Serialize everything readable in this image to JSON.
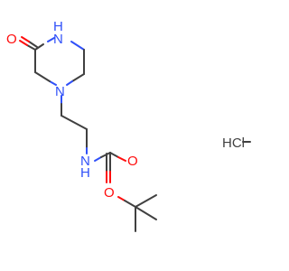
{
  "molecule": {
    "atoms": {
      "ring_nh": "H",
      "ring_n": "N",
      "ring_amide_n": "N",
      "ketone_o": "O",
      "carbamate_nh": "H",
      "carbamate_n": "N",
      "carbonyl_o": "O",
      "ester_o": "O",
      "salt": "HCl"
    }
  },
  "colors": {
    "bond": "#404040",
    "oxygen": "#ff0d0d",
    "nitrogen": "#3050f8"
  }
}
